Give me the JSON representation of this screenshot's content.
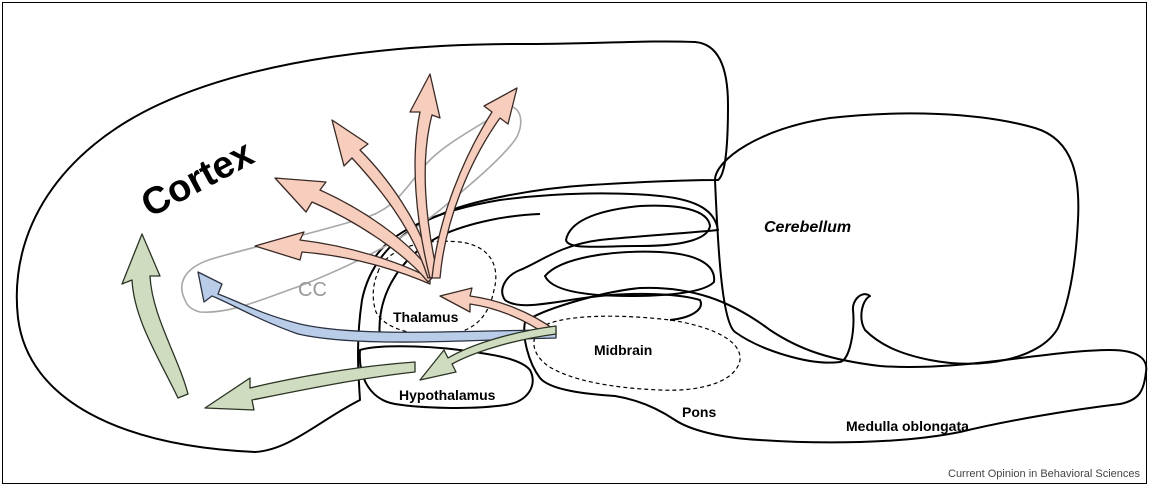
{
  "labels": {
    "cortex": "Cortex",
    "cerebellum": "Cerebellum",
    "cc": "CC",
    "thalamus": "Thalamus",
    "midbrain": "Midbrain",
    "hypothalamus": "Hypothalamus",
    "pons": "Pons",
    "medulla": "Medulla oblongata"
  },
  "credit": "Current Opinion in Behavioral Sciences",
  "colors": {
    "outline": "#000000",
    "cc_outline": "#a8a8a8",
    "cc_text": "#9a9a9a",
    "pink_fill": "#f7cdbd",
    "blue_fill": "#b9cde9",
    "green_fill": "#cfdcbf"
  }
}
